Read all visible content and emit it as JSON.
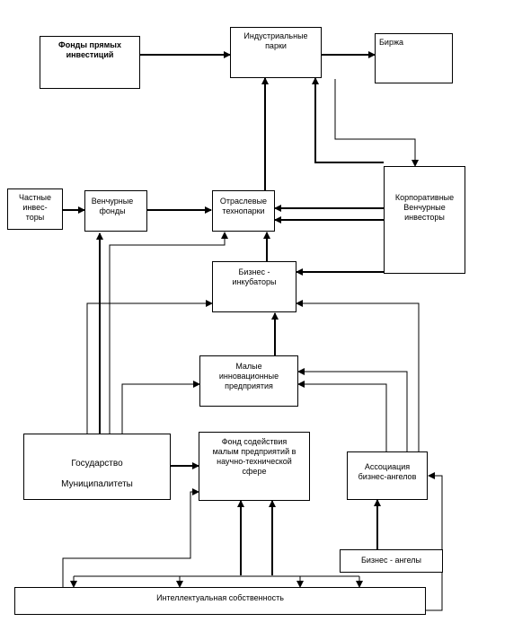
{
  "nodes": {
    "pe_funds": "Фонды прямых\nинвестиций",
    "industrial_parks": "Индустриальные\nпарки",
    "exchange": "Биржа",
    "private_investors": "Частные\nинвес-\nторы",
    "venture_funds": "Венчурные\nфонды",
    "industry_technoparks": "Отраслевые\nтехнопарки",
    "corporate_venture": "Корпоративные\nВенчурные\nинвесторы",
    "business_incubators": "Бизнес -\nинкубаторы",
    "small_innovative": "Малые\nинновационные\nпредприятия",
    "state": "Государство",
    "municipalities": "Муниципалитеты",
    "support_fund": "Фонд содействия\nмалым предприятий в\nнаучно-технической\nсфере",
    "ba_association": "Ассоциация\nбизнес-ангелов",
    "business_angels": "Бизнес - ангелы",
    "ip": "Интеллектуальная собственность"
  }
}
